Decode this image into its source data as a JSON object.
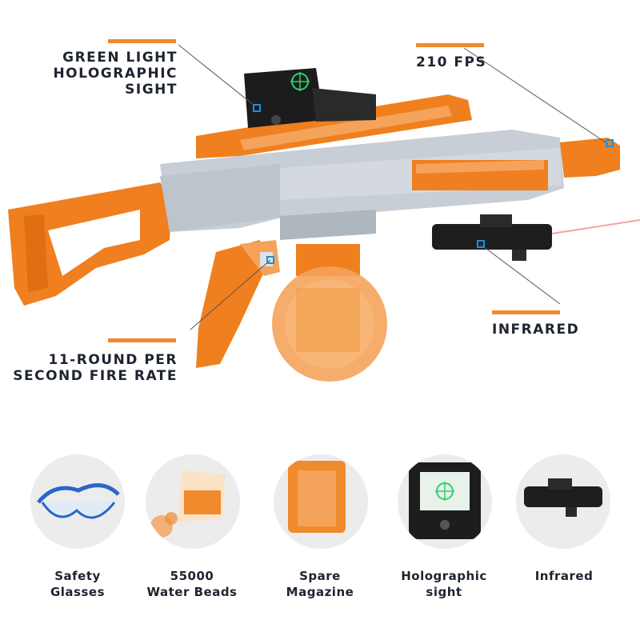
{
  "callouts": {
    "sight": {
      "line1": "GREEN LIGHT",
      "line2": "HOLOGRAPHIC SIGHT"
    },
    "fps": {
      "line1": "210 FPS"
    },
    "infrared": {
      "line1": "INFRARED"
    },
    "fire_rate": {
      "line1": "11-ROUND PER",
      "line2": "SECOND FIRE RATE"
    }
  },
  "accessories": [
    {
      "line1": "Safety",
      "line2": "Glasses"
    },
    {
      "line1": "55000",
      "line2": "Water Beads"
    },
    {
      "line1": "Spare",
      "line2": "Magazine"
    },
    {
      "line1": "Holographic",
      "line2": "sight"
    },
    {
      "line1": "Infrared",
      "line2": ""
    }
  ],
  "colors": {
    "accent": "#f08a2c",
    "body_gray": "#c8cfd6",
    "marker": "#1a8fe0",
    "text": "#1e2430"
  }
}
